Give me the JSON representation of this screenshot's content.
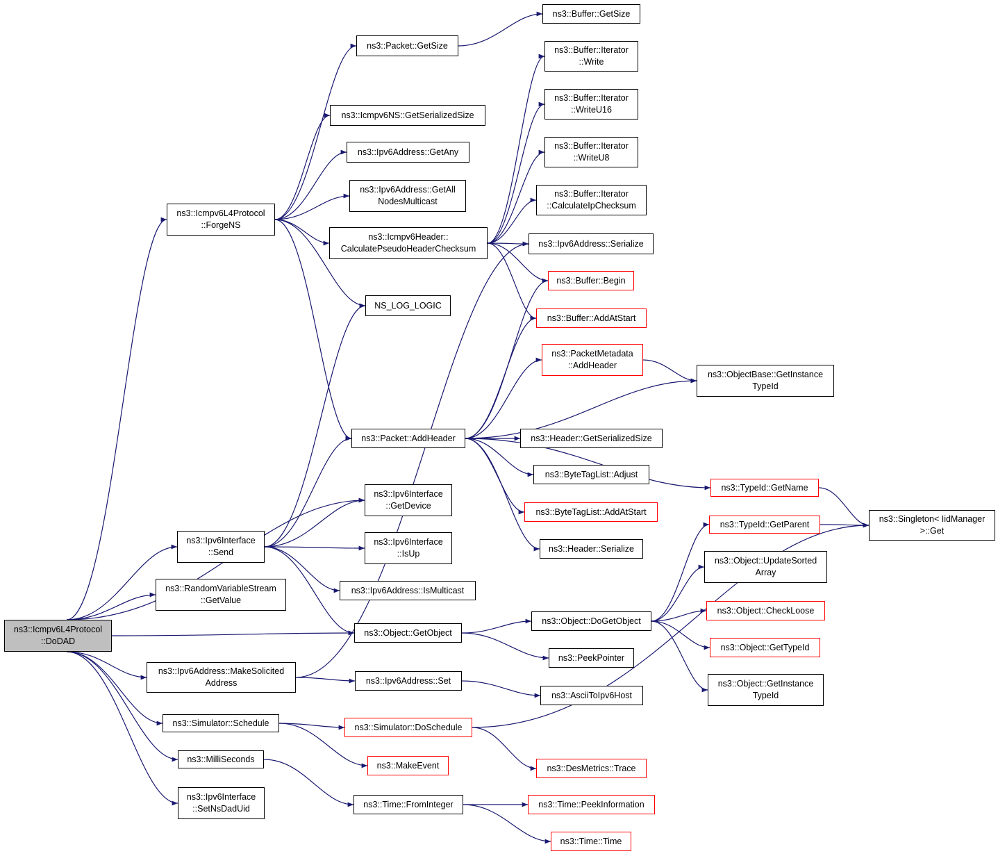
{
  "colors": {
    "edge": "#191970",
    "node_border": "#000000",
    "external_border": "#ff0000",
    "root_fill": "#bfbfbf",
    "background": "#ffffff"
  },
  "nodes": {
    "dodad": {
      "lines": [
        "ns3::Icmpv6L4Protocol",
        "::DoDAD"
      ],
      "style": "root"
    },
    "forgens": {
      "lines": [
        "ns3::Icmpv6L4Protocol",
        "::ForgeNS"
      ]
    },
    "pkt_getsize": {
      "lines": [
        "ns3::Packet::GetSize"
      ]
    },
    "buf_getsize": {
      "lines": [
        "ns3::Buffer::GetSize"
      ]
    },
    "ns_getser": {
      "lines": [
        "ns3::Icmpv6NS::GetSerializedSize"
      ]
    },
    "getany": {
      "lines": [
        "ns3::Ipv6Address::GetAny"
      ]
    },
    "getall": {
      "lines": [
        "ns3::Ipv6Address::GetAll",
        "NodesMulticast"
      ]
    },
    "calcpseudo": {
      "lines": [
        "ns3::Icmpv6Header::",
        "CalculatePseudoHeaderChecksum"
      ]
    },
    "it_write": {
      "lines": [
        "ns3::Buffer::Iterator",
        "::Write"
      ]
    },
    "it_write16": {
      "lines": [
        "ns3::Buffer::Iterator",
        "::WriteU16"
      ]
    },
    "it_write8": {
      "lines": [
        "ns3::Buffer::Iterator",
        "::WriteU8"
      ]
    },
    "it_calcip": {
      "lines": [
        "ns3::Buffer::Iterator",
        "::CalculateIpChecksum"
      ]
    },
    "ip6_ser": {
      "lines": [
        "ns3::Ipv6Address::Serialize"
      ]
    },
    "buf_begin": {
      "lines": [
        "ns3::Buffer::Begin"
      ],
      "style": "external"
    },
    "nslog": {
      "lines": [
        "NS_LOG_LOGIC"
      ]
    },
    "buf_addstart": {
      "lines": [
        "ns3::Buffer::AddAtStart"
      ],
      "style": "external"
    },
    "pm_addheader": {
      "lines": [
        "ns3::PacketMetadata",
        "::AddHeader"
      ],
      "style": "external"
    },
    "ob_gettype": {
      "lines": [
        "ns3::ObjectBase::GetInstance",
        "TypeId"
      ]
    },
    "pkt_addheader": {
      "lines": [
        "ns3::Packet::AddHeader"
      ]
    },
    "hdr_getser": {
      "lines": [
        "ns3::Header::GetSerializedSize"
      ]
    },
    "btl_adjust": {
      "lines": [
        "ns3::ByteTagList::Adjust"
      ]
    },
    "btl_addstart": {
      "lines": [
        "ns3::ByteTagList::AddAtStart"
      ],
      "style": "external"
    },
    "hdr_ser": {
      "lines": [
        "ns3::Header::Serialize"
      ]
    },
    "tid_getname": {
      "lines": [
        "ns3::TypeId::GetName"
      ],
      "style": "external"
    },
    "tid_getparent": {
      "lines": [
        "ns3::TypeId::GetParent"
      ],
      "style": "external"
    },
    "singleton": {
      "lines": [
        "ns3::Singleton< IidManager",
        ">::Get"
      ]
    },
    "if_getdevice": {
      "lines": [
        "ns3::Ipv6Interface",
        "::GetDevice"
      ]
    },
    "if_send": {
      "lines": [
        "ns3::Ipv6Interface",
        "::Send"
      ]
    },
    "if_isup": {
      "lines": [
        "ns3::Ipv6Interface",
        "::IsUp"
      ]
    },
    "ismulticast": {
      "lines": [
        "ns3::Ipv6Address::IsMulticast"
      ]
    },
    "rvs_getvalue": {
      "lines": [
        "ns3::RandomVariableStream",
        "::GetValue"
      ]
    },
    "obj_updsort": {
      "lines": [
        "ns3::Object::UpdateSorted",
        "Array"
      ]
    },
    "obj_getobject": {
      "lines": [
        "ns3::Object::GetObject"
      ]
    },
    "obj_dogetobject": {
      "lines": [
        "ns3::Object::DoGetObject"
      ]
    },
    "obj_checkloose": {
      "lines": [
        "ns3::Object::CheckLoose"
      ],
      "style": "external"
    },
    "obj_gettypeid": {
      "lines": [
        "ns3::Object::GetTypeId"
      ],
      "style": "external"
    },
    "obj_getinst": {
      "lines": [
        "ns3::Object::GetInstance",
        "TypeId"
      ]
    },
    "peekpointer": {
      "lines": [
        "ns3::PeekPointer"
      ]
    },
    "makesolicited": {
      "lines": [
        "ns3::Ipv6Address::MakeSolicited",
        "Address"
      ]
    },
    "ip6_set": {
      "lines": [
        "ns3::Ipv6Address::Set"
      ]
    },
    "ascii": {
      "lines": [
        "ns3::AsciiToIpv6Host"
      ]
    },
    "sim_schedule": {
      "lines": [
        "ns3::Simulator::Schedule"
      ]
    },
    "sim_dosched": {
      "lines": [
        "ns3::Simulator::DoSchedule"
      ],
      "style": "external"
    },
    "makeevent": {
      "lines": [
        "ns3::MakeEvent"
      ],
      "style": "external"
    },
    "desmetrics": {
      "lines": [
        "ns3::DesMetrics::Trace"
      ],
      "style": "external"
    },
    "milli": {
      "lines": [
        "ns3::MilliSeconds"
      ]
    },
    "setnsdad": {
      "lines": [
        "ns3::Ipv6Interface",
        "::SetNsDadUid"
      ]
    },
    "fromint": {
      "lines": [
        "ns3::Time::FromInteger"
      ]
    },
    "peekinfo": {
      "lines": [
        "ns3::Time::PeekInformation"
      ],
      "style": "external"
    },
    "time_time": {
      "lines": [
        "ns3::Time::Time"
      ],
      "style": "external"
    }
  },
  "edges": [
    [
      "dodad",
      "forgens"
    ],
    [
      "dodad",
      "if_send"
    ],
    [
      "dodad",
      "rvs_getvalue"
    ],
    [
      "dodad",
      "obj_getobject"
    ],
    [
      "dodad",
      "makesolicited"
    ],
    [
      "dodad",
      "sim_schedule"
    ],
    [
      "dodad",
      "milli"
    ],
    [
      "dodad",
      "setnsdad"
    ],
    [
      "dodad",
      "if_getdevice"
    ],
    [
      "forgens",
      "pkt_getsize"
    ],
    [
      "forgens",
      "ns_getser"
    ],
    [
      "forgens",
      "getany"
    ],
    [
      "forgens",
      "getall"
    ],
    [
      "forgens",
      "calcpseudo"
    ],
    [
      "forgens",
      "nslog"
    ],
    [
      "forgens",
      "pkt_addheader"
    ],
    [
      "pkt_getsize",
      "buf_getsize"
    ],
    [
      "calcpseudo",
      "it_write"
    ],
    [
      "calcpseudo",
      "it_write16"
    ],
    [
      "calcpseudo",
      "it_write8"
    ],
    [
      "calcpseudo",
      "it_calcip"
    ],
    [
      "calcpseudo",
      "ip6_ser"
    ],
    [
      "calcpseudo",
      "buf_begin"
    ],
    [
      "calcpseudo",
      "buf_addstart"
    ],
    [
      "pkt_addheader",
      "buf_begin"
    ],
    [
      "pkt_addheader",
      "buf_addstart"
    ],
    [
      "pkt_addheader",
      "pm_addheader"
    ],
    [
      "pkt_addheader",
      "ob_gettype"
    ],
    [
      "pkt_addheader",
      "hdr_getser"
    ],
    [
      "pkt_addheader",
      "btl_adjust"
    ],
    [
      "pkt_addheader",
      "btl_addstart"
    ],
    [
      "pkt_addheader",
      "hdr_ser"
    ],
    [
      "pkt_addheader",
      "tid_getname"
    ],
    [
      "pm_addheader",
      "ob_gettype"
    ],
    [
      "tid_getname",
      "singleton"
    ],
    [
      "tid_getparent",
      "singleton"
    ],
    [
      "if_send",
      "nslog"
    ],
    [
      "if_send",
      "pkt_addheader"
    ],
    [
      "if_send",
      "if_getdevice"
    ],
    [
      "if_send",
      "if_isup"
    ],
    [
      "if_send",
      "ismulticast"
    ],
    [
      "if_send",
      "obj_getobject"
    ],
    [
      "obj_getobject",
      "obj_dogetobject"
    ],
    [
      "obj_getobject",
      "peekpointer"
    ],
    [
      "obj_dogetobject",
      "tid_getparent"
    ],
    [
      "obj_dogetobject",
      "obj_updsort"
    ],
    [
      "obj_dogetobject",
      "obj_checkloose"
    ],
    [
      "obj_dogetobject",
      "obj_gettypeid"
    ],
    [
      "obj_dogetobject",
      "obj_getinst"
    ],
    [
      "makesolicited",
      "ip6_ser"
    ],
    [
      "makesolicited",
      "ip6_set"
    ],
    [
      "ip6_set",
      "ascii"
    ],
    [
      "sim_schedule",
      "sim_dosched"
    ],
    [
      "sim_schedule",
      "makeevent"
    ],
    [
      "sim_dosched",
      "singleton"
    ],
    [
      "sim_dosched",
      "desmetrics"
    ],
    [
      "milli",
      "fromint"
    ],
    [
      "fromint",
      "peekinfo"
    ],
    [
      "fromint",
      "time_time"
    ]
  ]
}
